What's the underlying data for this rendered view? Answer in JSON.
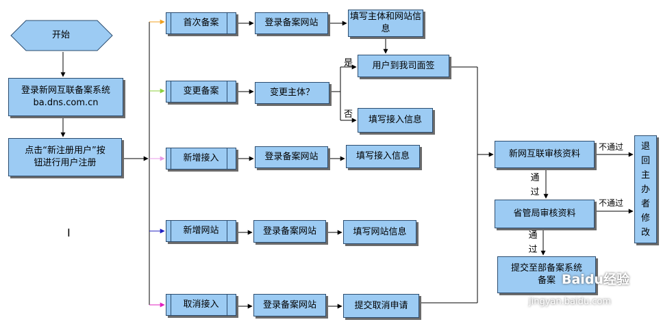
{
  "start": "开始",
  "login_system": {
    "line1": "登录新网互联备案系统",
    "line2": "ba.dns.com.cn"
  },
  "register": {
    "line1": "点击“新注册用户”按",
    "line2": "钮进行用户注册"
  },
  "cursor_mark": "I",
  "rows": {
    "first": {
      "label": "首次备案",
      "step1": "登录备案网站",
      "step2": "填写主体和网站信息",
      "color": "#f0a020"
    },
    "change": {
      "label": "变更备案",
      "step1": "变更主体？",
      "color": "#8ccf3c"
    },
    "access": {
      "label": "新增接入",
      "step1": "登录备案网站",
      "step2": "填写接入信息",
      "color": "#e89ae8"
    },
    "site": {
      "label": "新增网站",
      "step1": "登录备案网站",
      "step2": "填写网站信息",
      "color": "#2020c0"
    },
    "cancel": {
      "label": "取消接入",
      "step1": "登录备案网站",
      "step2": "提交取消申请",
      "color": "#e020c0"
    }
  },
  "face_sign": "用户到我司面签",
  "fill_access": "填写接入信息",
  "yes": "是",
  "no": "否",
  "review_xinwang": "新网互联审核资料",
  "review_province": "省管局审核资料",
  "submit_ministry": {
    "line1": "提交至部备案系统",
    "line2": "备案"
  },
  "reject_1": "不通过",
  "reject_2": "不通过",
  "pass_1": "通过",
  "pass_2": "通过",
  "return_box": "退回主办者修改",
  "watermark": {
    "brand": "Baidu经验",
    "url": "jingyan.baidu.com"
  }
}
